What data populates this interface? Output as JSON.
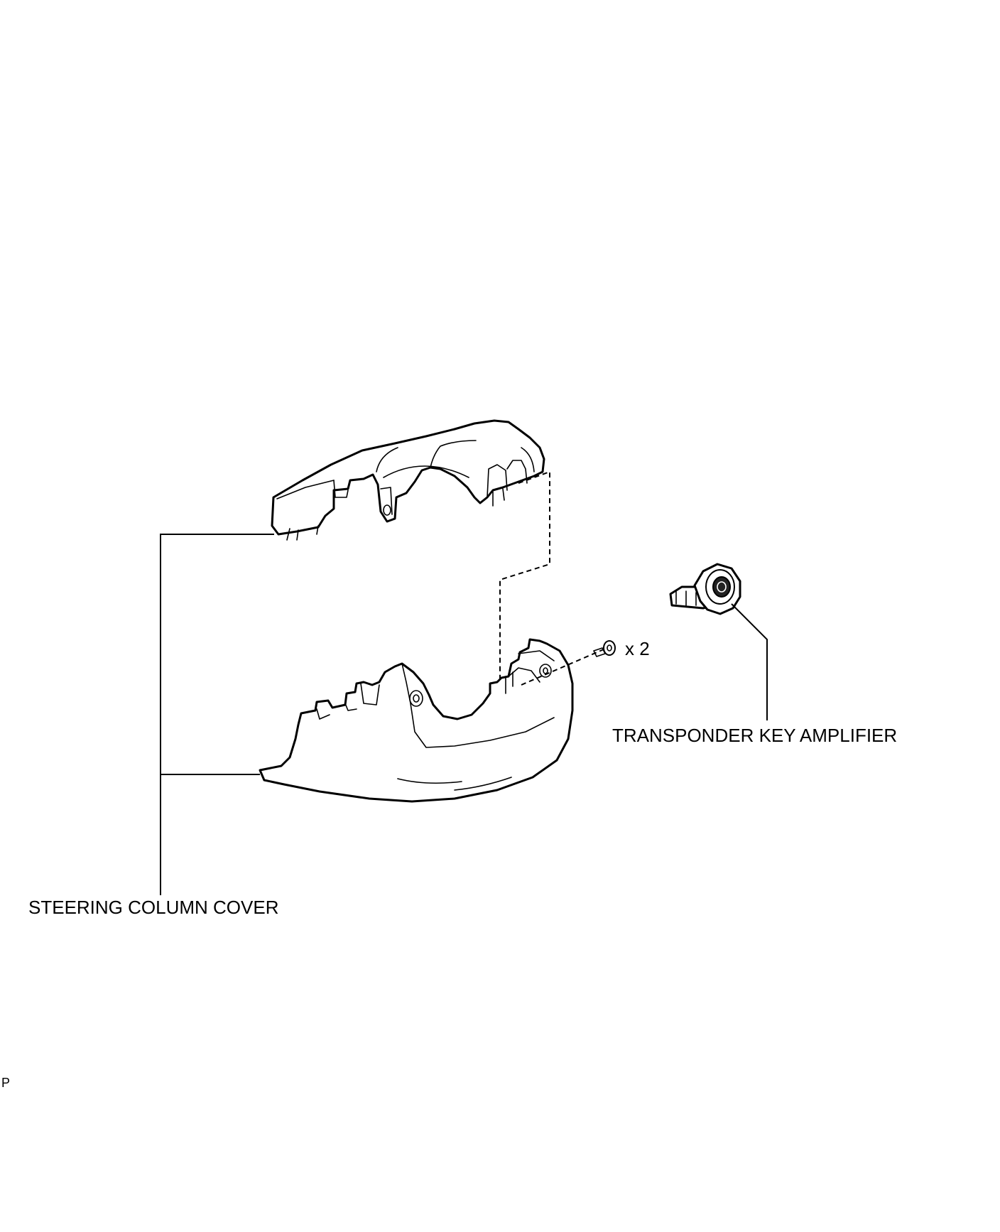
{
  "labels": {
    "steering_column_cover": "STEERING COLUMN COVER",
    "transponder_key_amplifier": "TRANSPONDER KEY AMPLIFIER",
    "screw_quantity": "x 2",
    "figure_code": "P"
  }
}
